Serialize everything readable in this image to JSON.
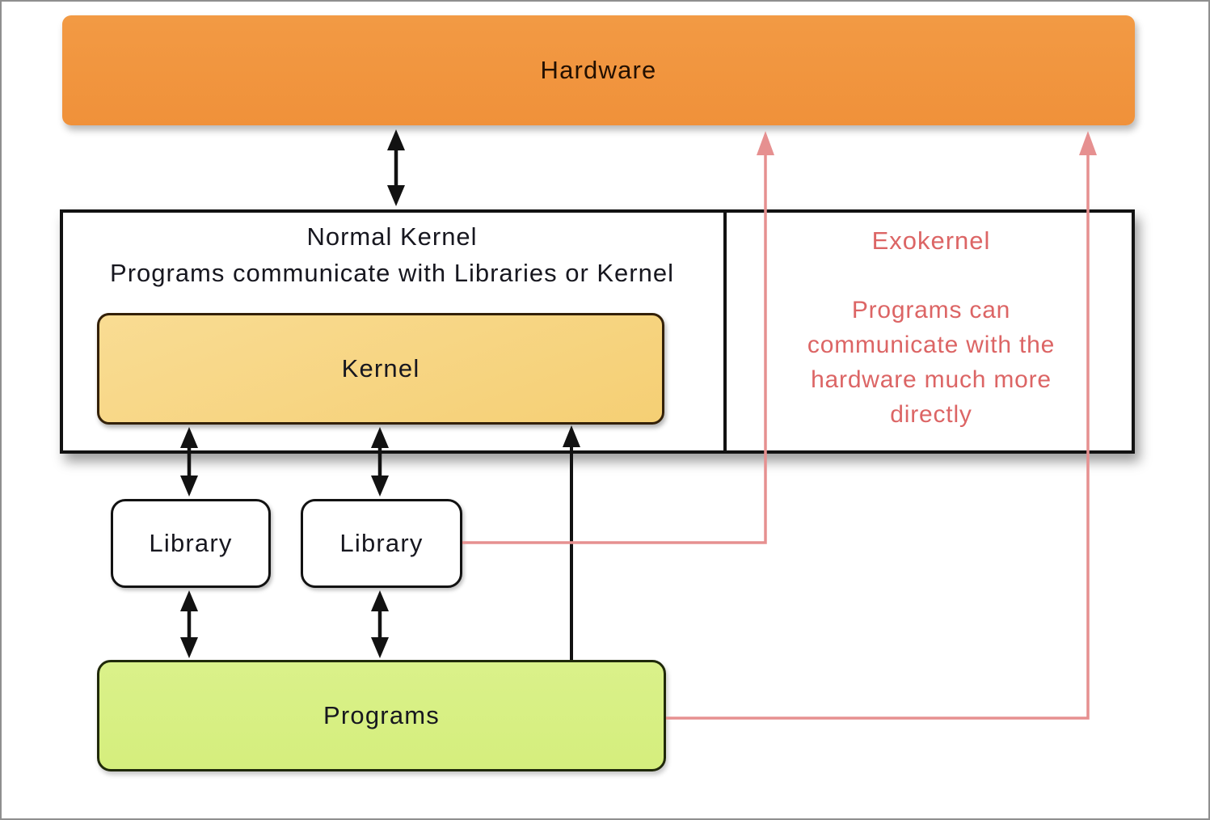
{
  "diagram": {
    "hardware": {
      "label": "Hardware"
    },
    "normal_kernel": {
      "title": "Normal Kernel",
      "subtitle": "Programs communicate with Libraries or Kernel",
      "kernel_label": "Kernel"
    },
    "exokernel": {
      "title": "Exokernel",
      "description_lines": [
        "Programs can",
        "communicate with the",
        "hardware much more",
        "directly"
      ]
    },
    "library_1": {
      "label": "Library"
    },
    "library_2": {
      "label": "Library"
    },
    "programs": {
      "label": "Programs"
    },
    "edges": [
      {
        "from": "hardware",
        "to": "normal-kernel-section",
        "style": "black-double-arrow"
      },
      {
        "from": "kernel",
        "to": "library-1",
        "style": "black-double-arrow"
      },
      {
        "from": "kernel",
        "to": "library-2",
        "style": "black-double-arrow"
      },
      {
        "from": "library-1",
        "to": "programs",
        "style": "black-double-arrow"
      },
      {
        "from": "library-2",
        "to": "programs",
        "style": "black-double-arrow"
      },
      {
        "from": "programs",
        "to": "kernel",
        "style": "black-single-arrow-up"
      },
      {
        "from": "library-2",
        "to": "hardware",
        "style": "pink-elbow-arrow"
      },
      {
        "from": "programs",
        "to": "hardware",
        "style": "pink-elbow-arrow"
      }
    ]
  },
  "colors": {
    "page_bg": "#ffffff",
    "frame_border": "#8f8f8f",
    "line_black": "#121212",
    "dark_text": "#17171f",
    "hardware_fill": "#F0913A",
    "hardware_fill_top": "#F29A44",
    "hardware_border": "#2e1402",
    "hardware_text": "#231000",
    "kernel_fill": "#F5CF74",
    "kernel_fill_top": "#F9DC93",
    "kernel_border": "#332008",
    "programs_fill": "#D5EE7D",
    "programs_fill_top": "#DAF18A",
    "programs_border": "#20290a",
    "pink_text": "#DC6565",
    "pink_line": "#E69090"
  }
}
